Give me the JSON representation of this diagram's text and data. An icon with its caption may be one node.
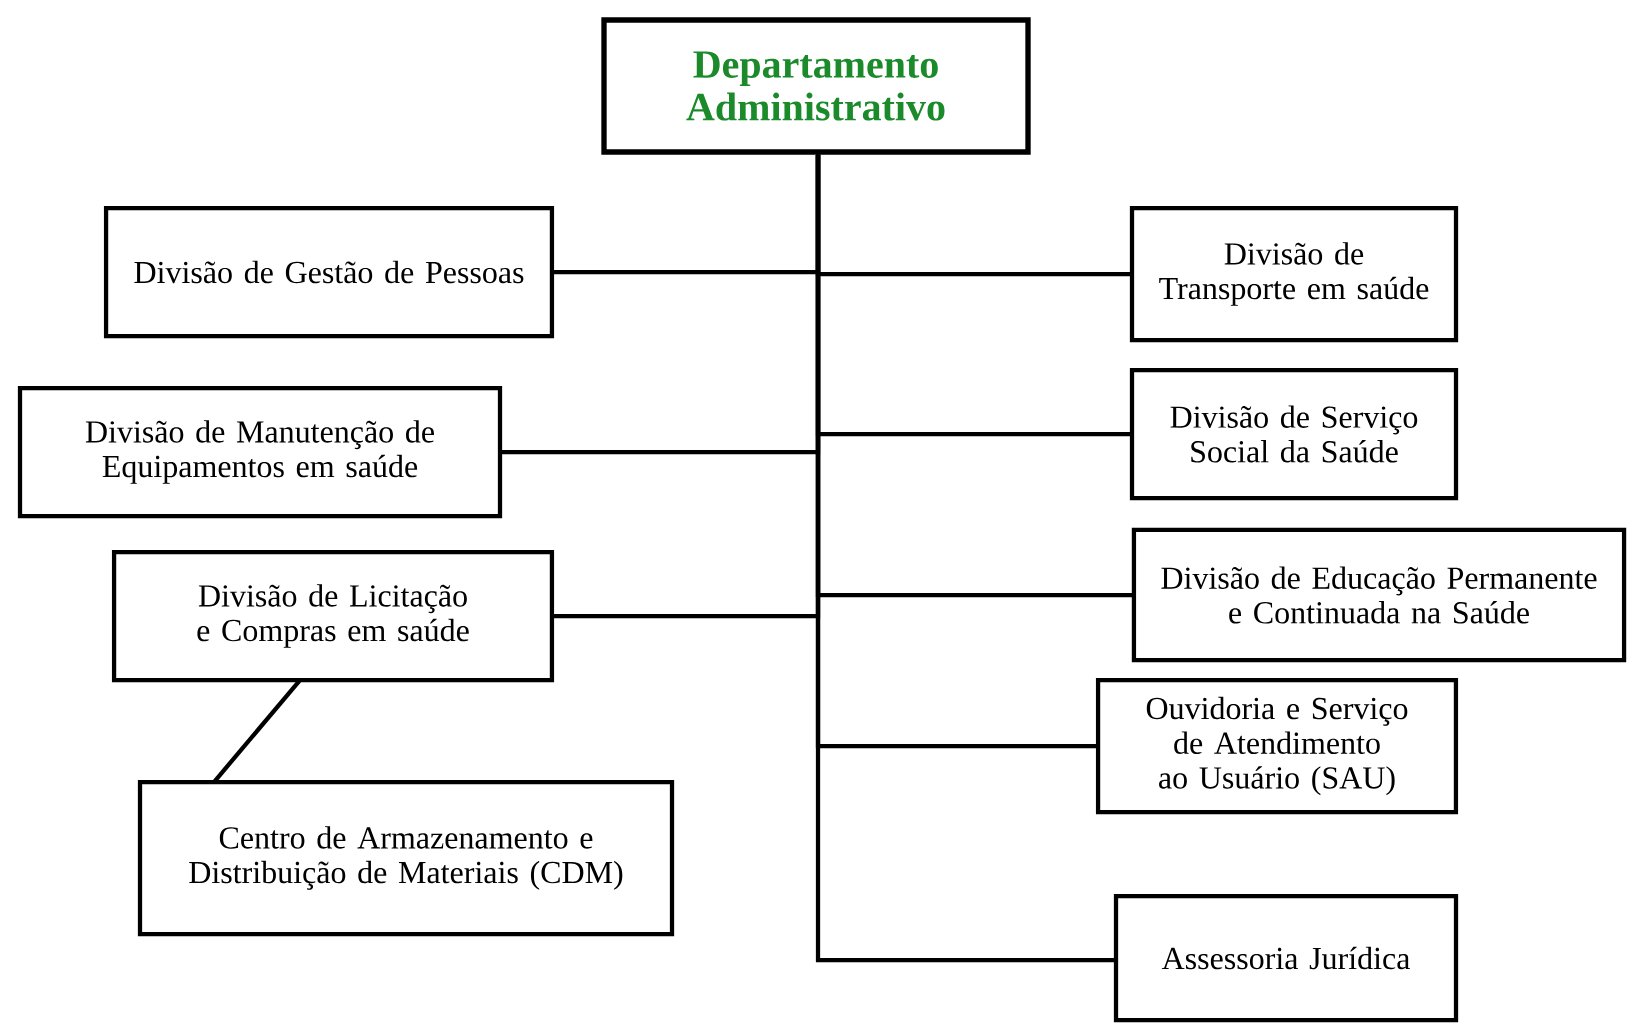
{
  "diagram": {
    "nodes": [
      {
        "text": [
          "Departamento Administrativo"
        ]
      },
      {
        "text": [
          "Divisão de Gestão de Pessoas"
        ]
      },
      {
        "text": [
          "Divisão de Manutenção de Equipamentos em saúde"
        ]
      },
      {
        "text": [
          "Divisão de Licitação e Compras em saúde"
        ]
      },
      {
        "text": [
          "Centro de Armazenamento e Distribuição de Materiais (CDM)"
        ]
      },
      {
        "text": [
          "Divisão de Transporte em saúde"
        ]
      },
      {
        "text": [
          "Divisão de Serviço Social da Saúde"
        ]
      },
      {
        "text": [
          "Divisão de Educação Permanente e Continuada na Saúde"
        ]
      },
      {
        "text": [
          "Ouvidoria e Serviço de Atendimento ao Usuário (SAU)"
        ]
      },
      {
        "text": [
          "Assessoria Jurídica"
        ]
      }
    ],
    "edges": [
      {
        "from": 0,
        "to": 1,
        "arrow": "none"
      },
      {
        "from": 0,
        "to": 2,
        "arrow": "none"
      },
      {
        "from": 0,
        "to": 3,
        "arrow": "none"
      },
      {
        "from": 3,
        "to": 4,
        "arrow": "none"
      },
      {
        "from": 0,
        "to": 5,
        "arrow": "none"
      },
      {
        "from": 0,
        "to": 6,
        "arrow": "none"
      },
      {
        "from": 0,
        "to": 7,
        "arrow": "none"
      },
      {
        "from": 0,
        "to": 8,
        "arrow": "none"
      },
      {
        "from": 0,
        "to": 9,
        "arrow": "none"
      }
    ]
  }
}
